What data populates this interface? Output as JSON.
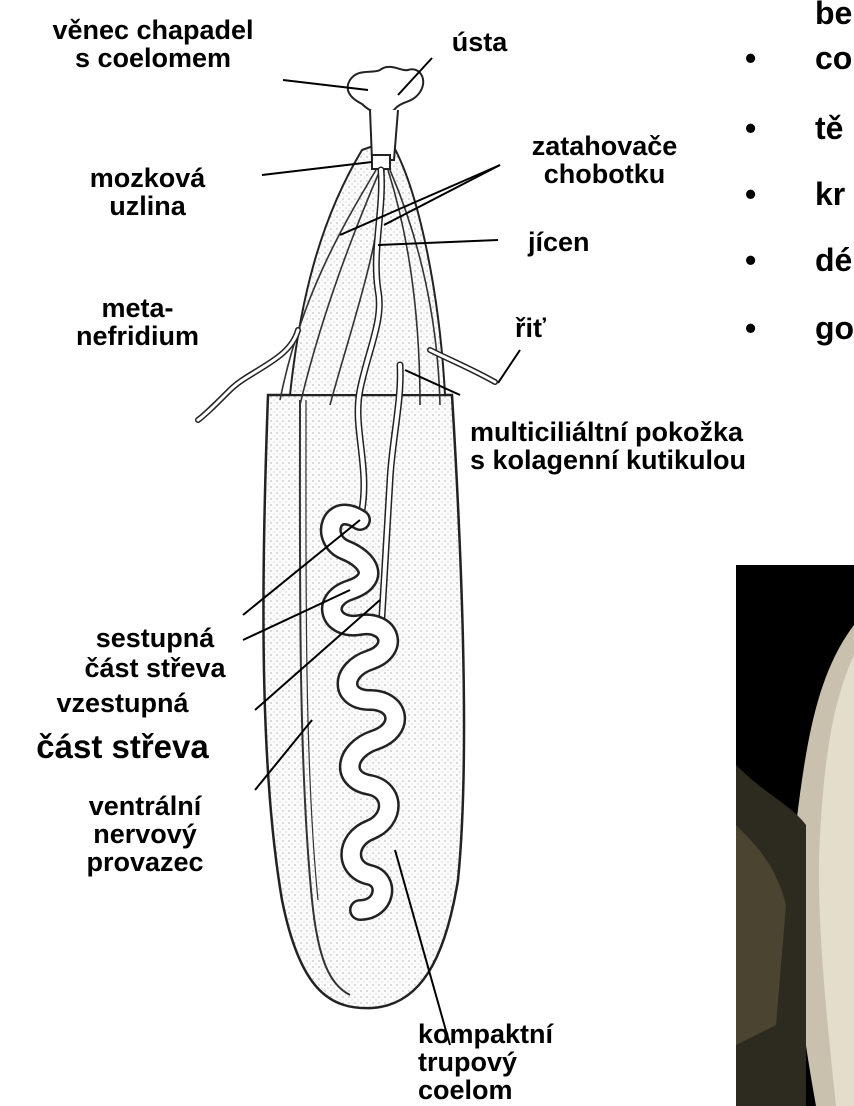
{
  "labels": {
    "tentacles": "věnec chapadel\ns coelomem",
    "mouth": "ústa",
    "retractors": "zatahovače\nchobotku",
    "ganglion": "mozková\nuzlina",
    "esophagus": "jícen",
    "metanephridium": "meta-\nnefridium",
    "anus": "řiť",
    "epidermis": "multiciliáltní pokožka\ns kolagenní kutikulou",
    "descending_gut_1": "sestupná",
    "descending_gut_2": "část střeva",
    "ascending_gut_1": "vzestupná",
    "ascending_gut_2": "část střeva",
    "nerve_cord": "ventrální\nnervový\nprovazec",
    "coelom": "kompaktní\ntrupový\ncoelom"
  },
  "bullets": [
    "be",
    "co",
    "tě",
    "kr",
    "dé",
    "go"
  ],
  "colors": {
    "photo_bg": "#000000",
    "animal": "#d9d2bf"
  }
}
